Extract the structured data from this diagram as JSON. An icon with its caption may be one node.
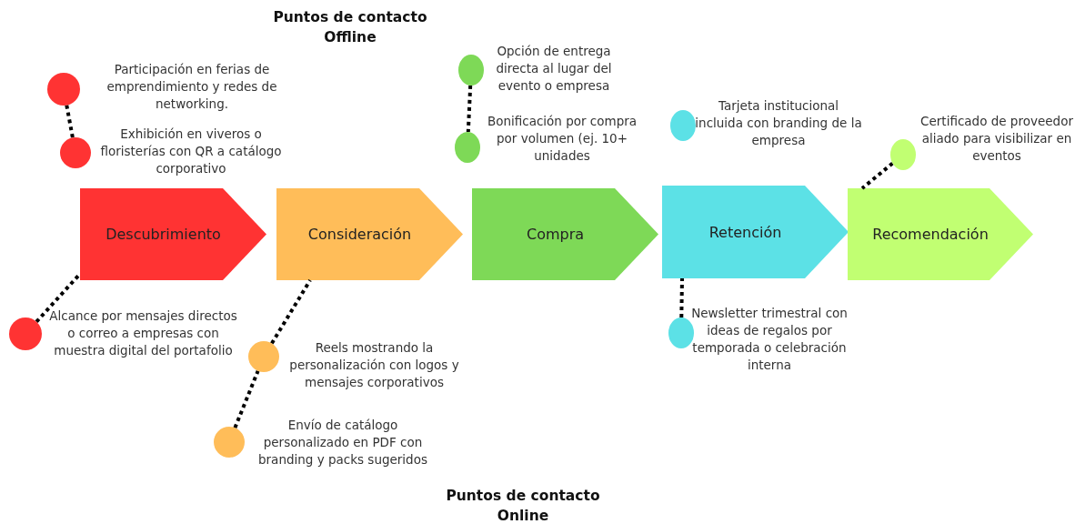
{
  "diagram": {
    "nodes": [
      {
        "text": [
          "Descubrimiento"
        ]
      },
      {
        "text": [
          "Consideración"
        ]
      },
      {
        "text": [
          "Compra"
        ]
      },
      {
        "text": [
          "Retención"
        ]
      },
      {
        "text": [
          "Recomendación"
        ]
      },
      {
        "text": [],
        "shape": "circle",
        "beside": [
          "Participación en ferias de emprendimiento y redes de networking."
        ]
      },
      {
        "text": [],
        "shape": "circle",
        "beside": [
          "Exhibición en viveros o floristerías con QR a catálogo corporativo"
        ]
      },
      {
        "text": [],
        "shape": "circle",
        "beside": [
          "Alcance por mensajes directos o correo a empresas con muestra digital del portafolio"
        ]
      },
      {
        "text": [],
        "shape": "circle",
        "beside": [
          "Reels mostrando la personalización con logos y mensajes corporativos"
        ]
      },
      {
        "text": [],
        "shape": "circle",
        "beside": [
          "Envío de catálogo personalizado en PDF con branding y packs sugeridos"
        ]
      },
      {
        "text": [],
        "shape": "circle",
        "beside": [
          "Opción de entrega directa al lugar del evento o empresa"
        ]
      },
      {
        "text": [],
        "shape": "circle",
        "beside": [
          "Bonificación por compra por volumen (ej. 10+ unidades"
        ]
      },
      {
        "text": [],
        "shape": "circle",
        "beside": [
          "Tarjeta institucional incluida con branding de la empresa"
        ]
      },
      {
        "text": [],
        "shape": "circle",
        "beside": [
          "Newsletter trimestral con ideas de regalos por temporada o celebración interna"
        ]
      },
      {
        "text": [],
        "shape": "circle",
        "beside": [
          "Certificado de proveedor aliado para visibilizar en eventos"
        ]
      }
    ],
    "edges": [
      {
        "from": 5,
        "to": 6,
        "arrow": "none",
        "style": "dashed"
      },
      {
        "from": 7,
        "to": 0,
        "arrow": "none",
        "style": "dashed"
      },
      {
        "from": 8,
        "to": 1,
        "arrow": "none",
        "style": "dashed"
      },
      {
        "from": 9,
        "to": 8,
        "arrow": "none",
        "style": "dashed"
      },
      {
        "from": 10,
        "to": 11,
        "arrow": "none",
        "style": "dashed"
      },
      {
        "from": 13,
        "to": 3,
        "arrow": "none",
        "style": "dashed"
      },
      {
        "from": 14,
        "to": 4,
        "arrow": "none",
        "style": "dashed"
      }
    ],
    "labels": [
      "Puntos de contacto Offline",
      "Puntos de contacto Online"
    ]
  }
}
